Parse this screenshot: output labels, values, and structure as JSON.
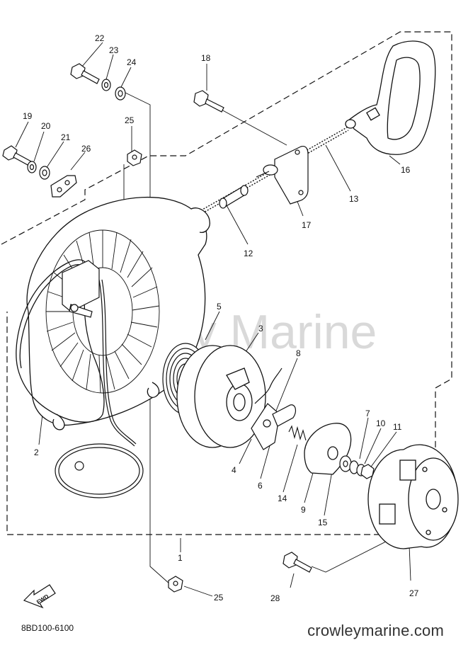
{
  "diagram": {
    "watermark": "Crowley Marine",
    "drawing_code": "8BD100-6100",
    "site": "crowleymarine.com",
    "fwd_label": "FWD",
    "callouts": {
      "c1": "1",
      "c2": "2",
      "c3": "3",
      "c4": "4",
      "c5": "5",
      "c6": "6",
      "c7": "7",
      "c8": "8",
      "c9": "9",
      "c10": "10",
      "c11": "11",
      "c12": "12",
      "c13": "13",
      "c14": "14",
      "c15": "15",
      "c16": "16",
      "c17": "17",
      "c18": "18",
      "c19": "19",
      "c20": "20",
      "c21": "21",
      "c22": "22",
      "c23": "23",
      "c24": "24",
      "c25a": "25",
      "c25b": "25",
      "c26": "26",
      "c27": "27",
      "c28": "28"
    }
  }
}
